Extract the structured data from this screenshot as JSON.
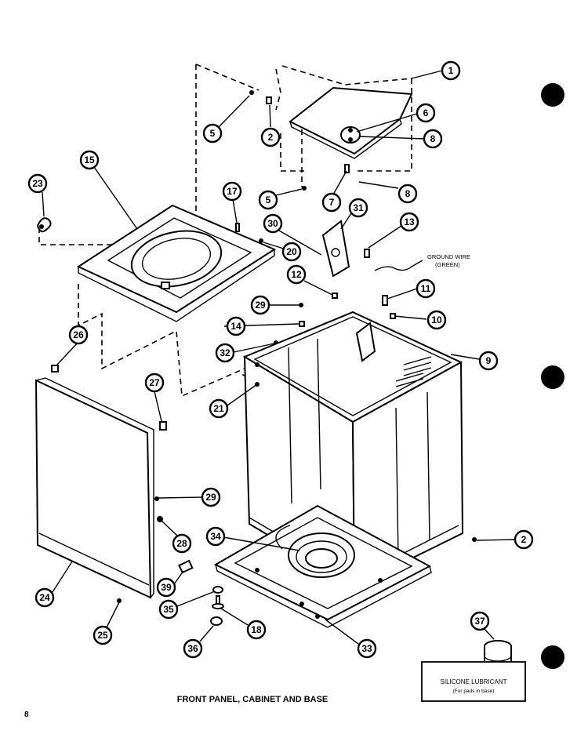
{
  "caption": "FRONT PANEL, CABINET AND BASE",
  "page_number": "8",
  "ground_wire_label": "GROUND WIRE",
  "ground_wire_color": "(GREEN)",
  "lubricant_label": "SILICONE LUBRICANT",
  "lubricant_note": "(For pads in base)",
  "callouts": [
    "1",
    "2",
    "5",
    "6",
    "8",
    "5",
    "7",
    "8",
    "15",
    "17",
    "23",
    "30",
    "31",
    "13",
    "20",
    "12",
    "29",
    "11",
    "14",
    "10",
    "26",
    "32",
    "9",
    "27",
    "21",
    "29",
    "28",
    "2",
    "34",
    "39",
    "35",
    "24",
    "18",
    "25",
    "36",
    "33",
    "37"
  ]
}
